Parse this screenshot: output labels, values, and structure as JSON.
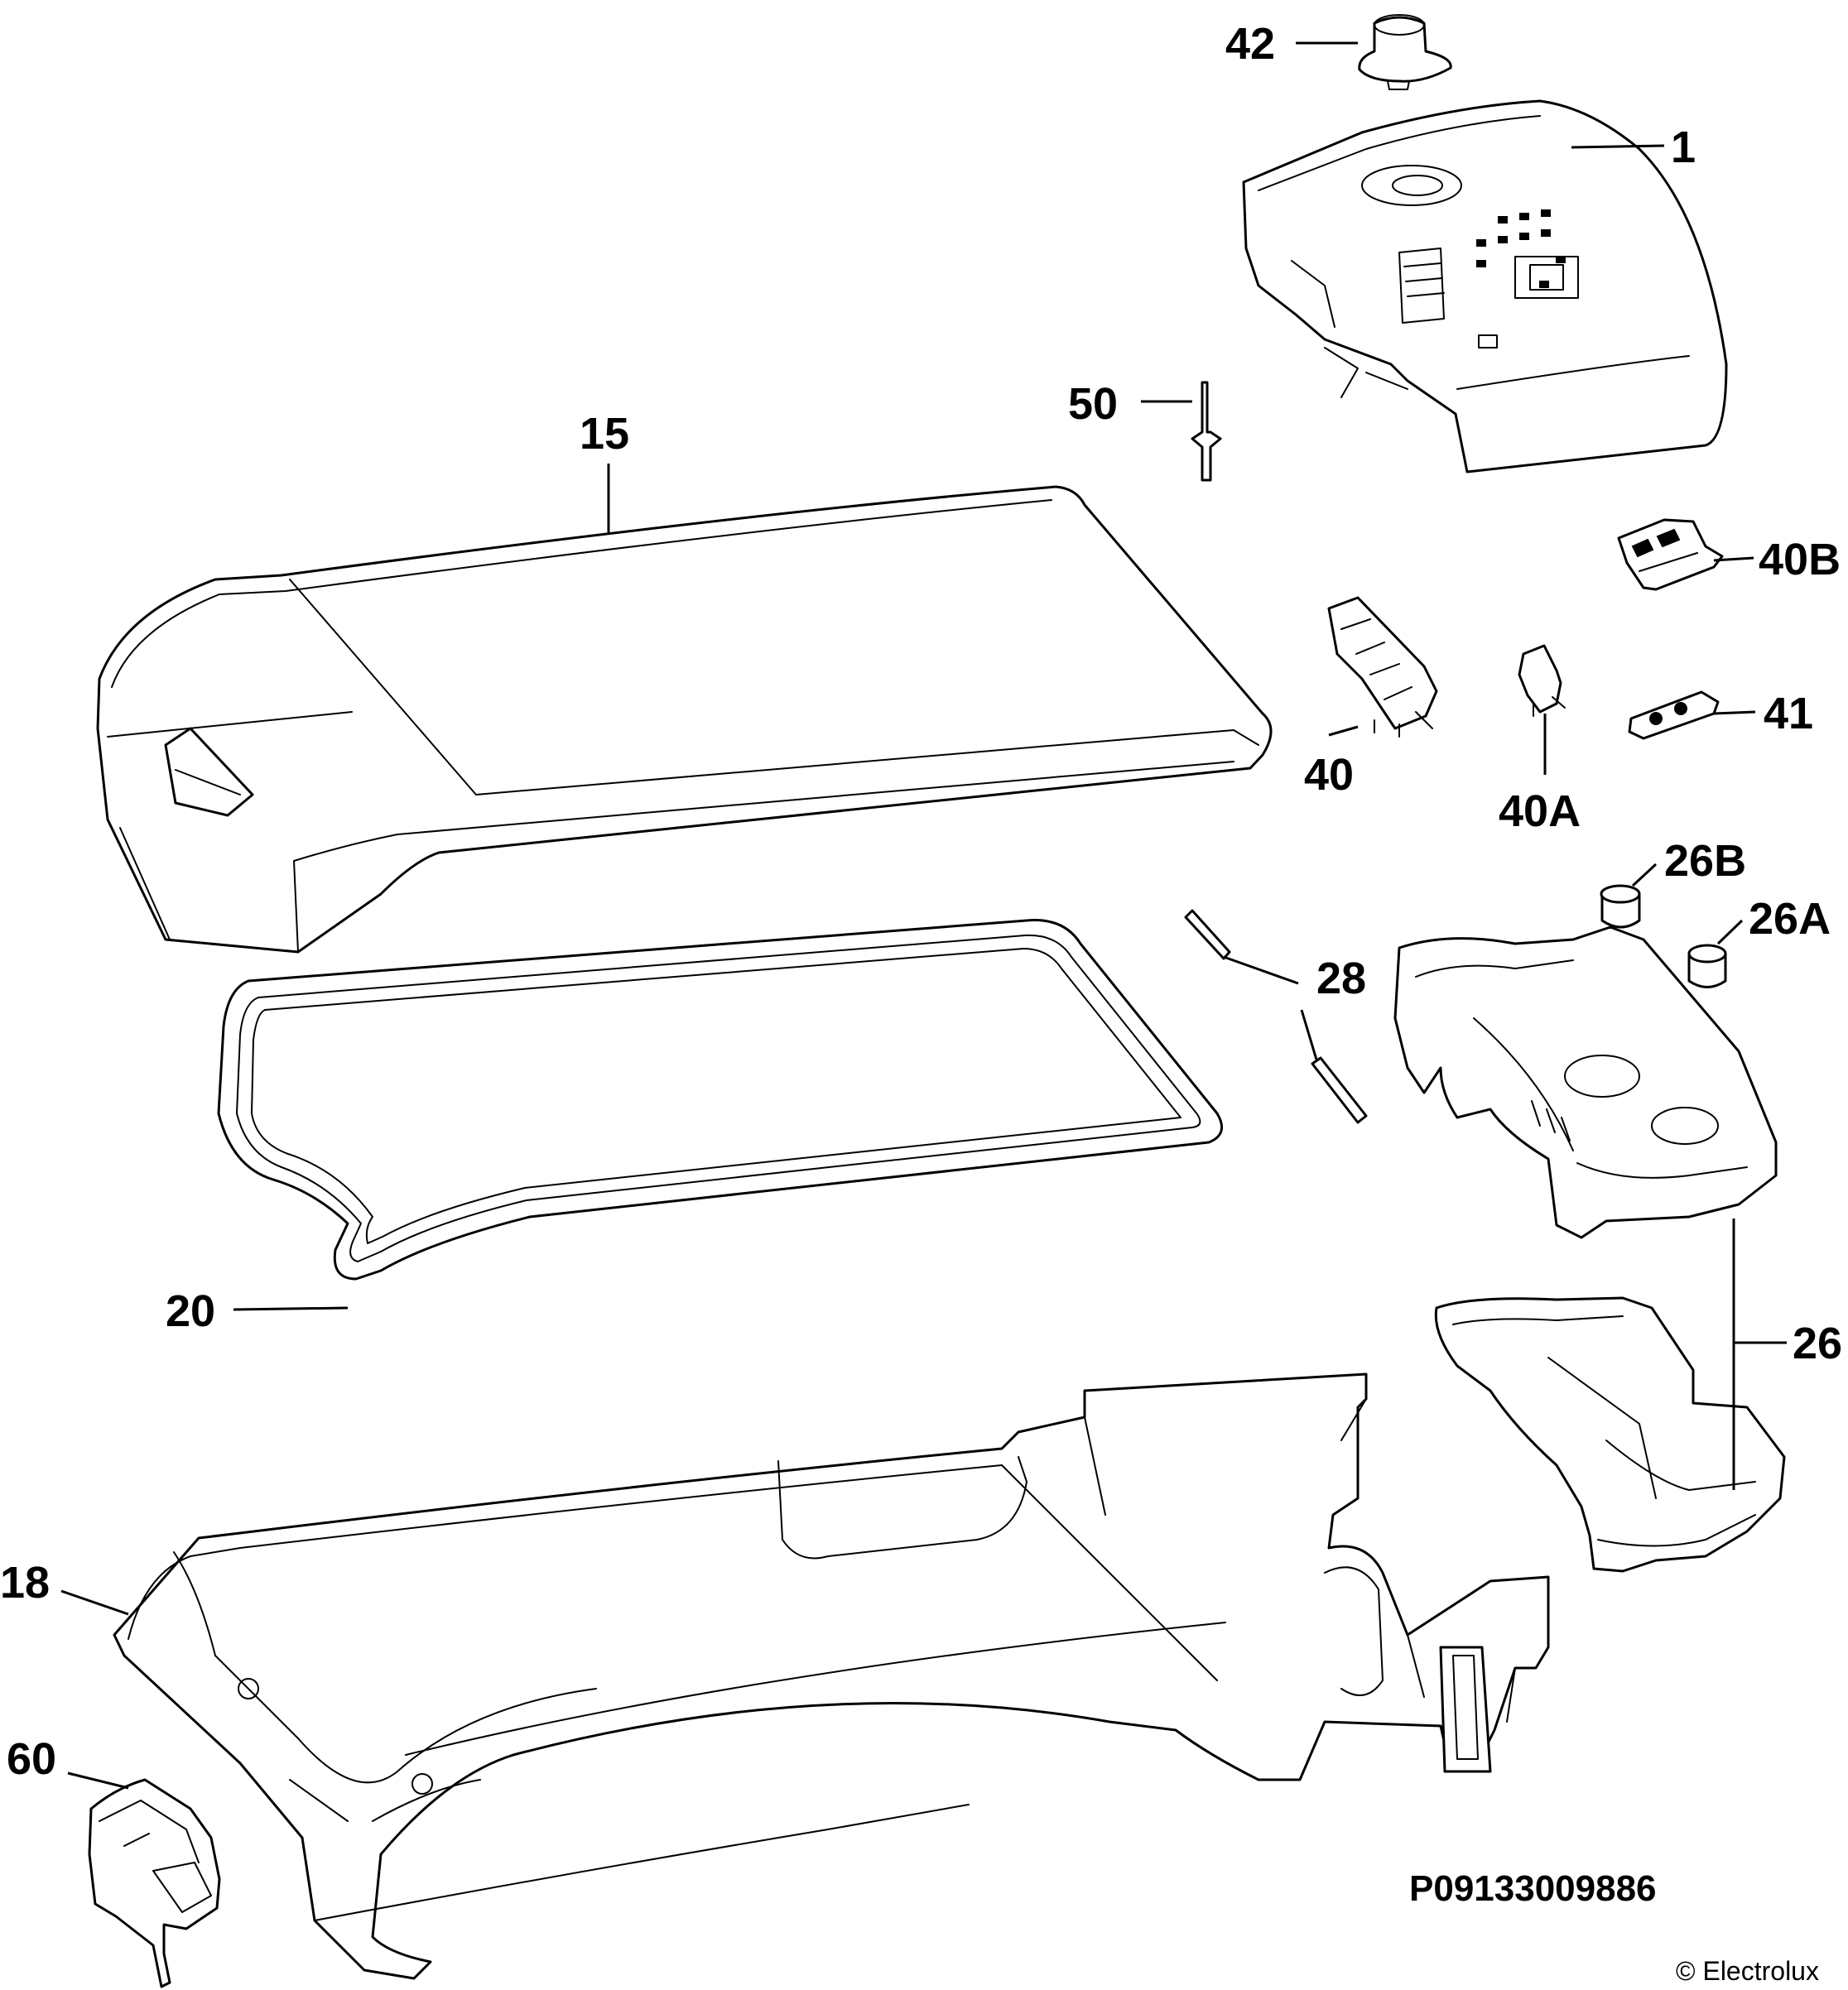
{
  "callouts": [
    {
      "id": "42",
      "label": "42"
    },
    {
      "id": "1",
      "label": "1"
    },
    {
      "id": "50",
      "label": "50"
    },
    {
      "id": "15",
      "label": "15"
    },
    {
      "id": "40B",
      "label": "40B"
    },
    {
      "id": "41",
      "label": "41"
    },
    {
      "id": "40",
      "label": "40"
    },
    {
      "id": "40A",
      "label": "40A"
    },
    {
      "id": "26B",
      "label": "26B"
    },
    {
      "id": "26A",
      "label": "26A"
    },
    {
      "id": "28",
      "label": "28"
    },
    {
      "id": "26",
      "label": "26"
    },
    {
      "id": "20",
      "label": "20"
    },
    {
      "id": "18",
      "label": "18"
    },
    {
      "id": "60",
      "label": "60"
    }
  ],
  "reference_code": "P09133009886",
  "copyright": "© Electrolux"
}
